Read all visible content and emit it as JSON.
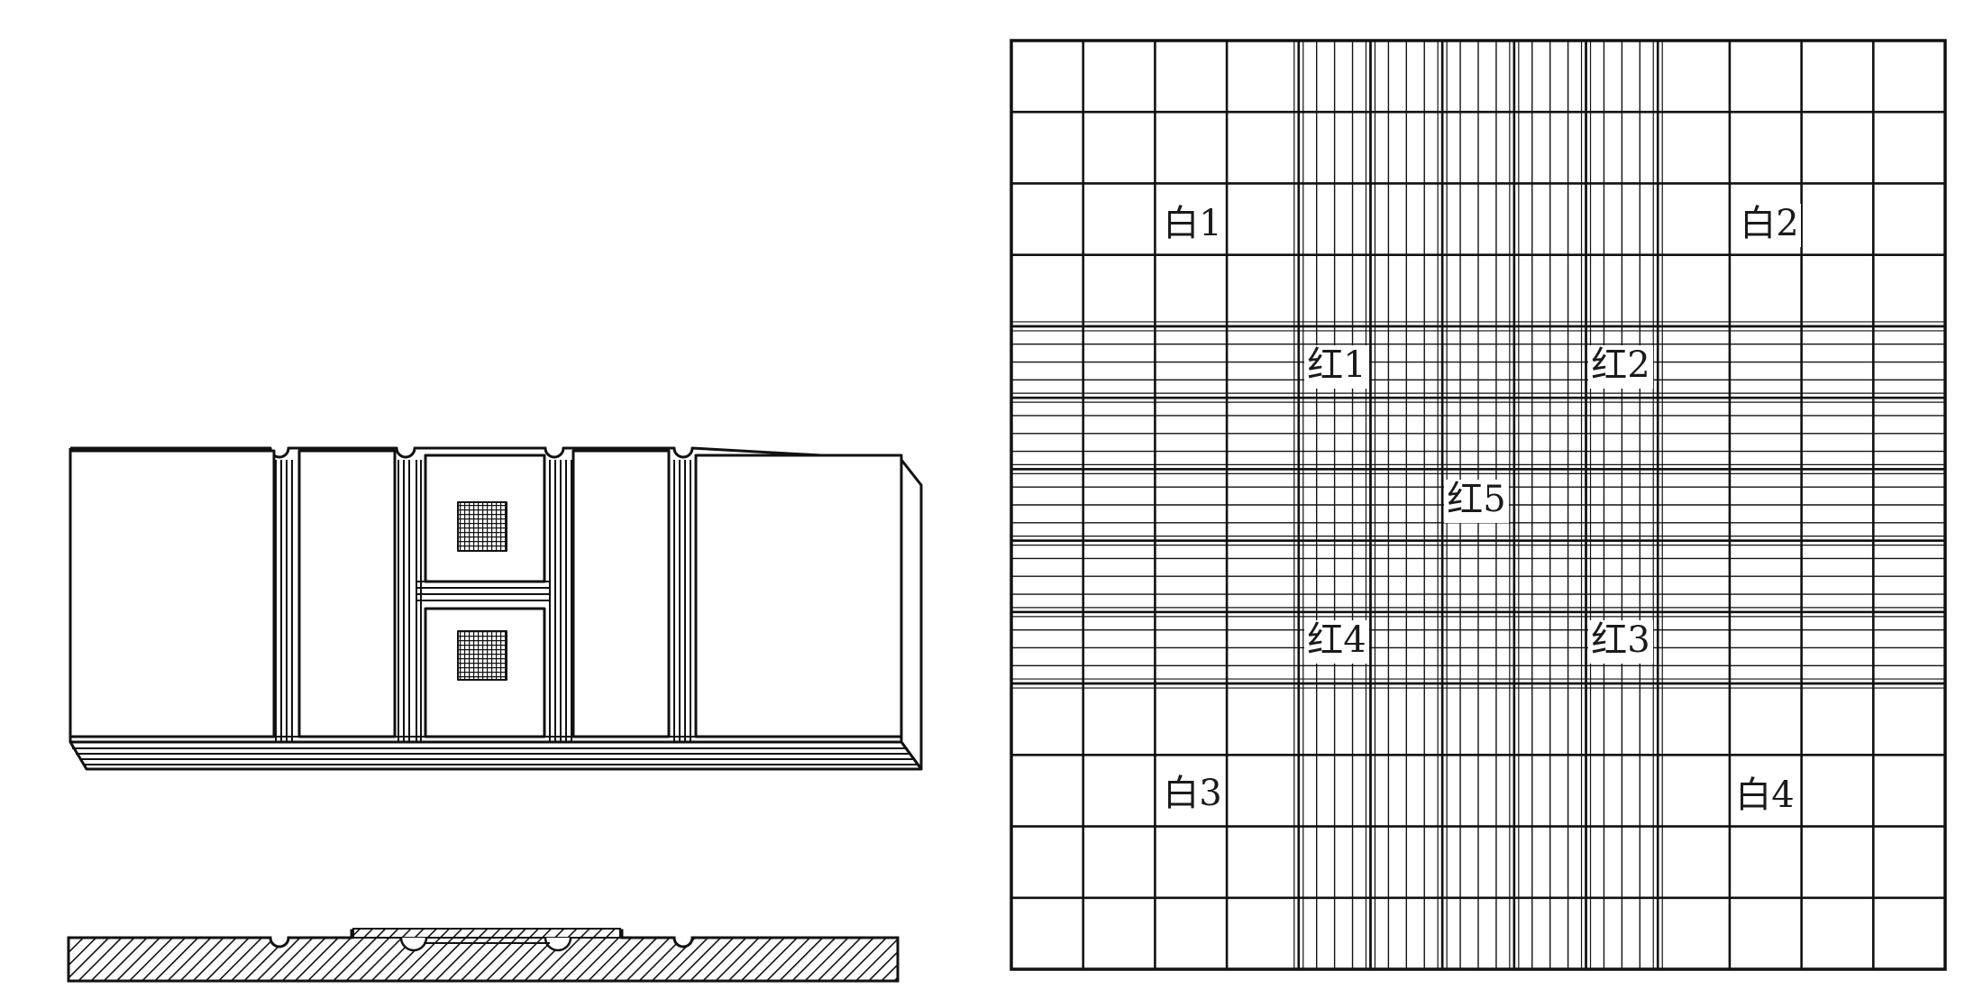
{
  "labels": {
    "white_1": "白1",
    "white_2": "白2",
    "white_3": "白3",
    "white_4": "白4",
    "red_1": "红1",
    "red_2": "红2",
    "red_3": "红3",
    "red_4": "红4",
    "red_5": "红5"
  }
}
